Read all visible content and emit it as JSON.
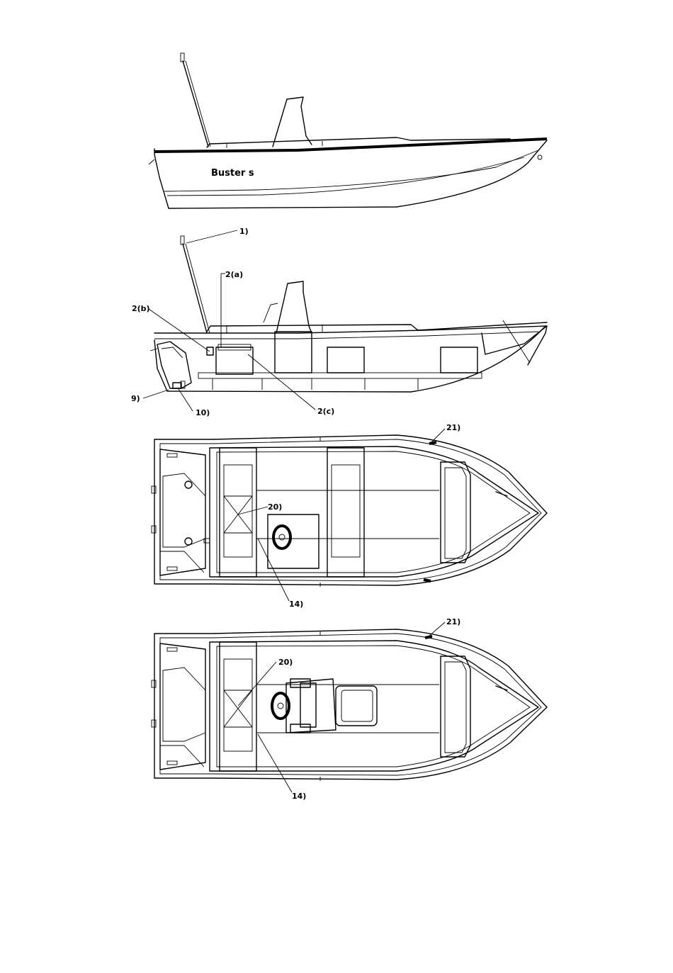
{
  "side_view": {
    "hull_name": "Buster s"
  },
  "cutaway_view": {
    "labels": {
      "l1": "1)",
      "l2a": "2(a)",
      "l2b": "2(b)",
      "l2c": "2(c)",
      "l9": "9)",
      "l10": "10)"
    }
  },
  "top_view_a": {
    "labels": {
      "l21": "21)",
      "l20": "20)",
      "l14": "14)"
    }
  },
  "top_view_b": {
    "labels": {
      "l21": "21)",
      "l20": "20)",
      "l14": "14)"
    }
  }
}
